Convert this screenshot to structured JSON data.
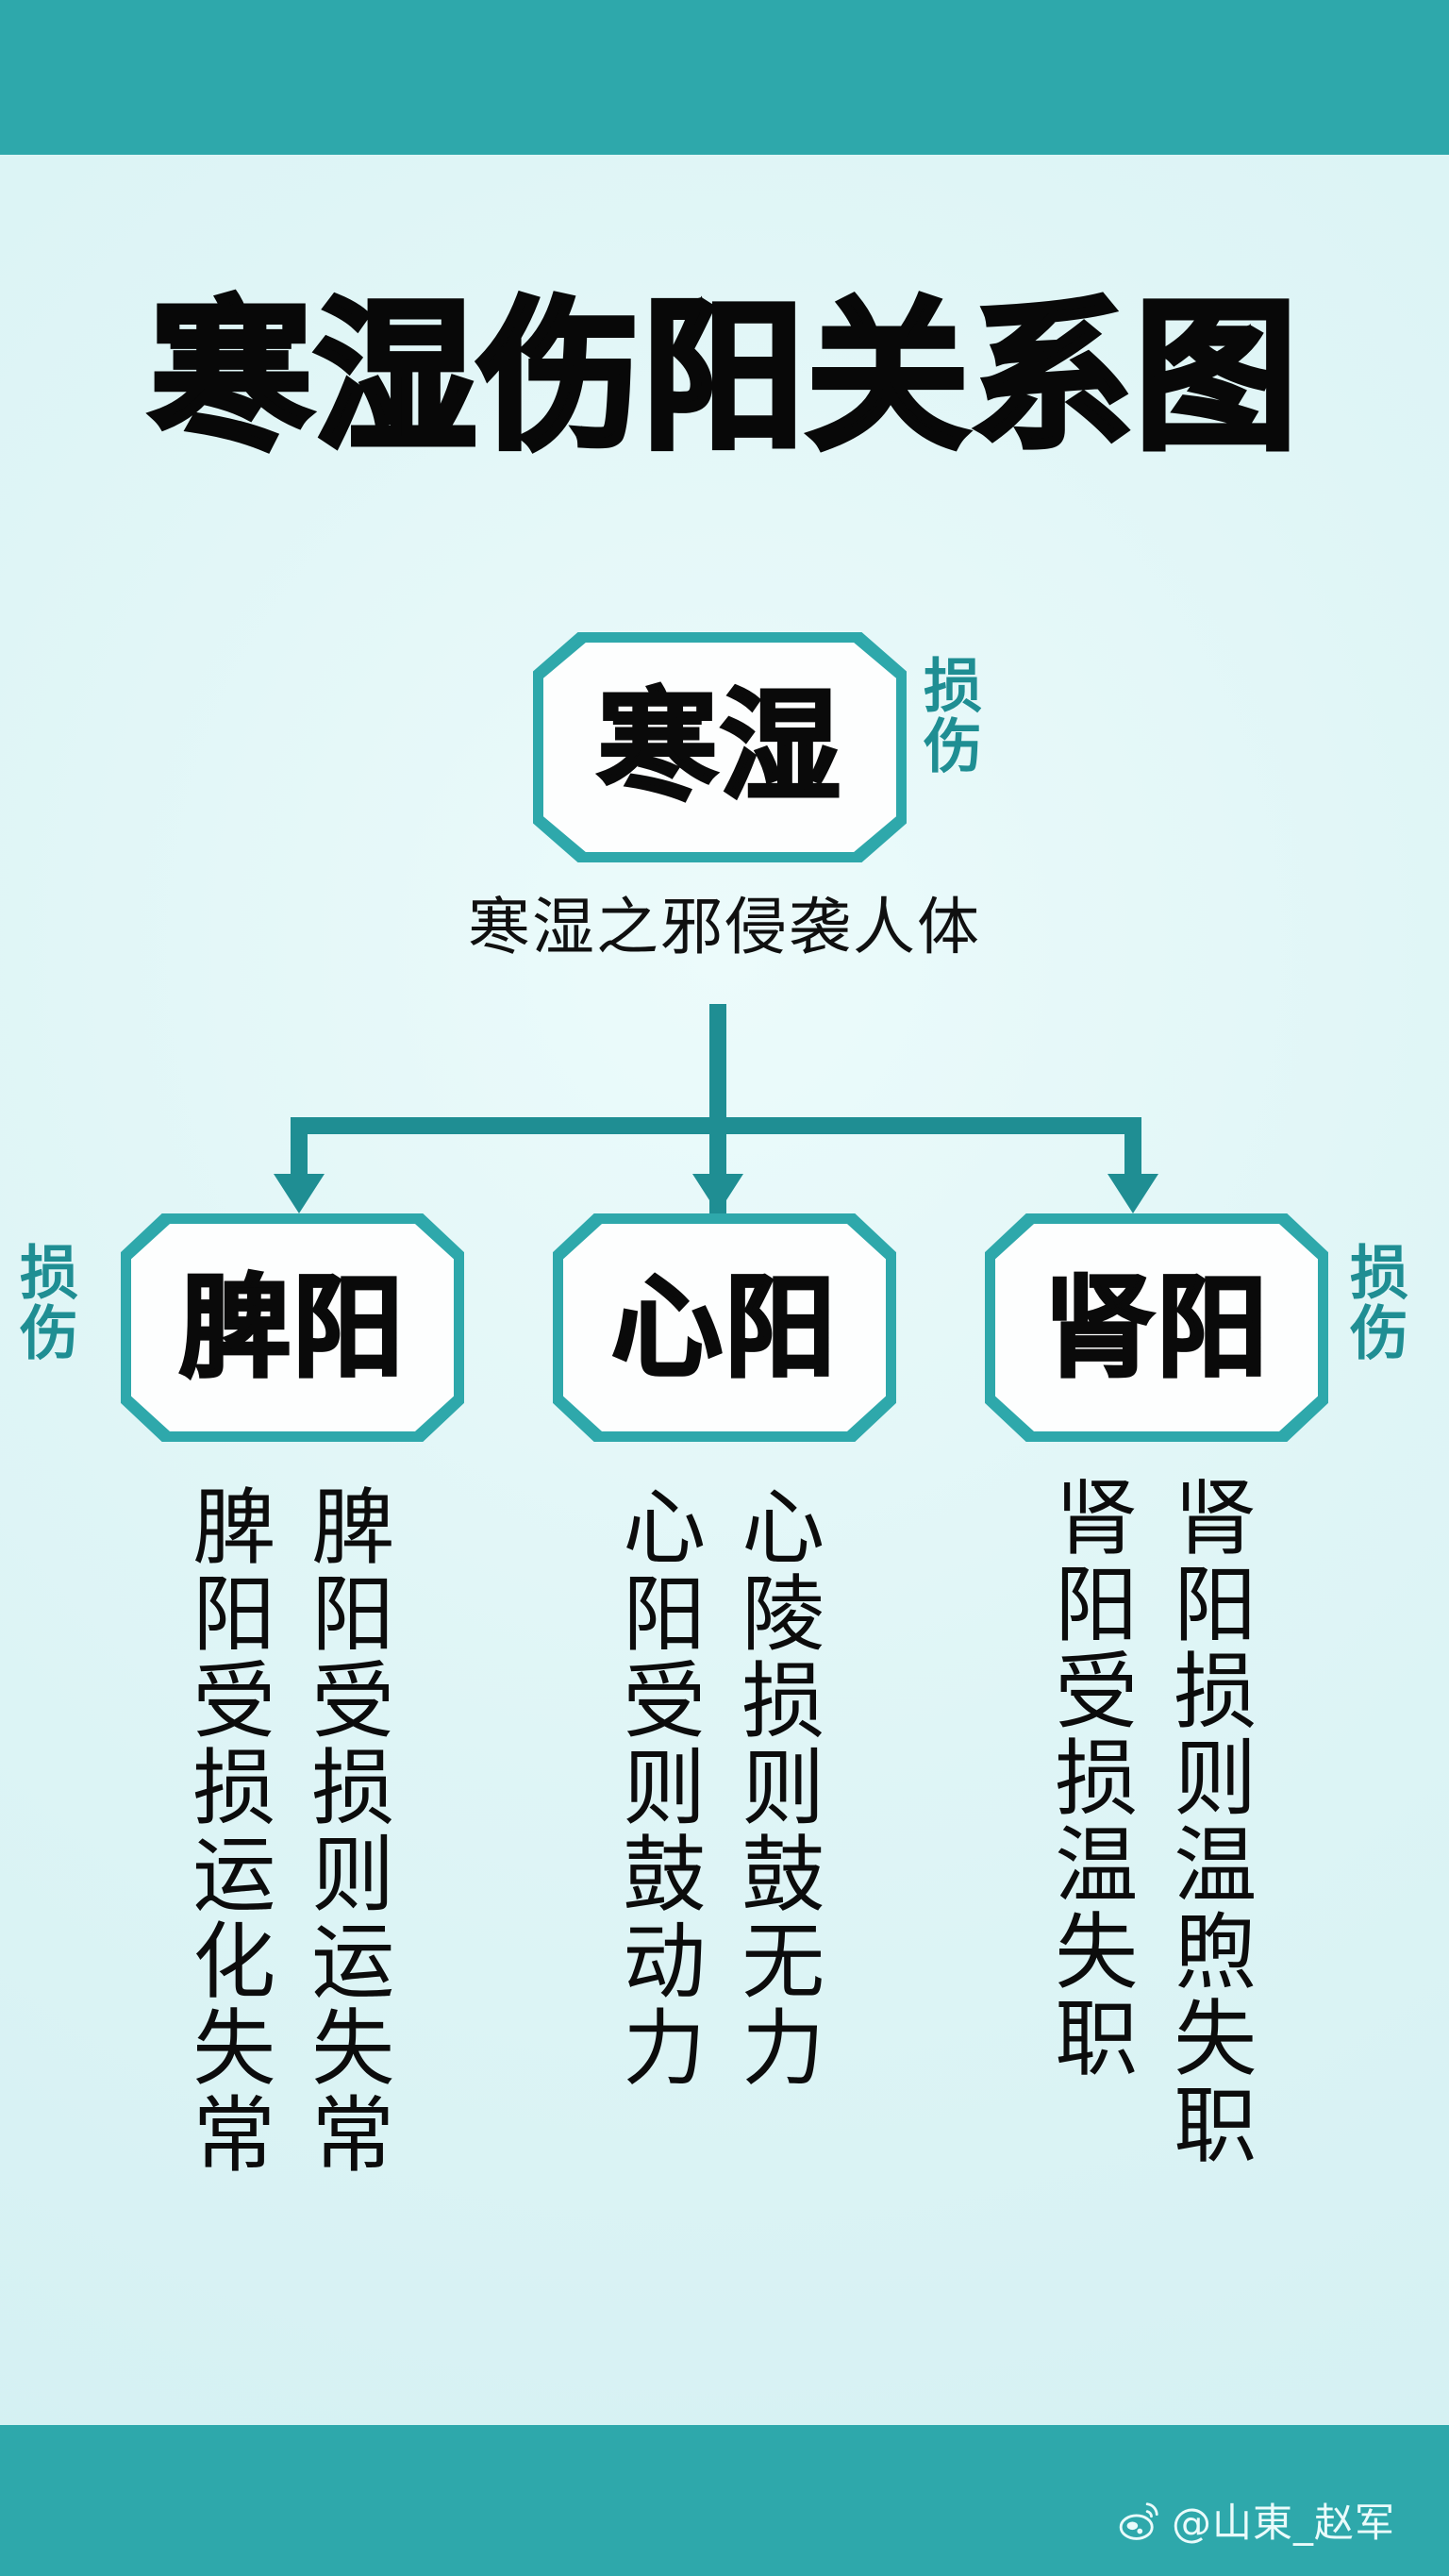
{
  "page": {
    "title": "寒湿伤阳关系图",
    "subtitle": "寒湿之邪侵袭人体",
    "background_color": "#dff5f6",
    "band_color": "#2ea8ab",
    "accent_color": "#2ea8ab",
    "teal_text_color": "#1f8e93",
    "text_color": "#0c0c0c"
  },
  "root_box": {
    "label": "寒湿",
    "side_label": "损伤"
  },
  "branch_labels": {
    "left_side": "损伤",
    "right_side": "损伤"
  },
  "branches": [
    {
      "box_label": "脾阳",
      "columns": [
        "脾阳受损运化失常",
        "脾阳受损则运失常"
      ]
    },
    {
      "box_label": "心阳",
      "columns": [
        "心阳受则鼓动力",
        "心陵损则鼓无力"
      ]
    },
    {
      "box_label": "肾阳",
      "columns": [
        "肾阳受损温失职",
        "肾阳损则温煦失职"
      ]
    }
  ],
  "watermark": {
    "icon": "weibo-icon",
    "handle": "@山東_赵军"
  }
}
